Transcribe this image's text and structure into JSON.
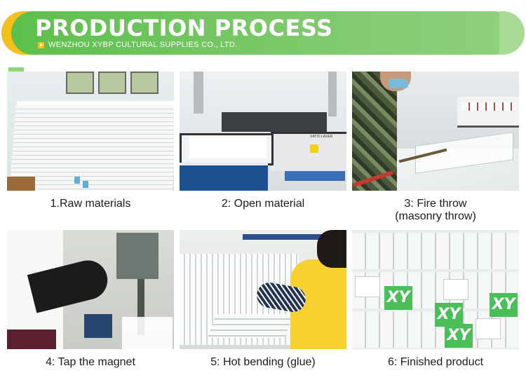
{
  "banner": {
    "title": "PRODUCTION PROCESS",
    "subtitle": "WENZHOU XYBP CULTURAL SUPPLIES CO., LTD.",
    "colors": {
      "green": "#5dbf4c",
      "yellow": "#f4c01e"
    }
  },
  "steps": [
    {
      "caption_line1": "1.Raw materials",
      "caption_line2": ""
    },
    {
      "caption_line1": "2: Open material",
      "caption_line2": ""
    },
    {
      "caption_line1": "3: Fire throw",
      "caption_line2": "(masonry throw)"
    },
    {
      "caption_line1": "4: Tap the magnet",
      "caption_line2": ""
    },
    {
      "caption_line1": "5: Hot bending (glue)",
      "caption_line2": ""
    },
    {
      "caption_line1": "6: Finished product",
      "caption_line2": ""
    }
  ],
  "photos": {
    "machine_label": "XATIO LASER",
    "product_logo": "XY"
  }
}
